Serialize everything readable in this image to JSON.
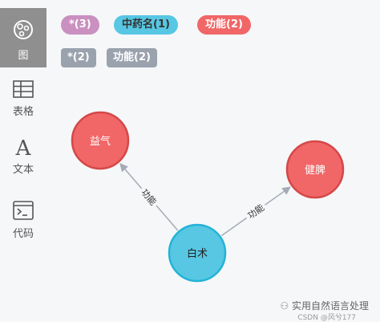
{
  "sidebar": {
    "items": [
      {
        "label": "图",
        "icon": "graph-icon",
        "active": true
      },
      {
        "label": "表格",
        "icon": "table-icon",
        "active": false
      },
      {
        "label": "文本",
        "icon": "text-icon",
        "active": false
      },
      {
        "label": "代码",
        "icon": "code-icon",
        "active": false
      }
    ]
  },
  "node_labels": [
    {
      "label": "*(3)",
      "color": "#c990c0"
    },
    {
      "label": "中药名(1)",
      "color": "#57c7e3"
    },
    {
      "label": "功能(2)",
      "color": "#f16667"
    }
  ],
  "relationship_types": [
    {
      "label": "*(2)"
    },
    {
      "label": "功能(2)"
    }
  ],
  "graph": {
    "nodes": [
      {
        "id": "yiqi",
        "label": "益气",
        "color": "#f16667",
        "stroke": "#d44848"
      },
      {
        "id": "jianpi",
        "label": "健脾",
        "color": "#f16667",
        "stroke": "#d44848"
      },
      {
        "id": "baizhu",
        "label": "白术",
        "color": "#57c7e3",
        "stroke": "#23b3d7"
      }
    ],
    "edges": [
      {
        "from": "baizhu",
        "to": "yiqi",
        "label": "功能"
      },
      {
        "from": "baizhu",
        "to": "jianpi",
        "label": "功能"
      }
    ]
  },
  "watermark": {
    "text": "实用自然语言处理",
    "credit": "CSDN @风兮177"
  }
}
